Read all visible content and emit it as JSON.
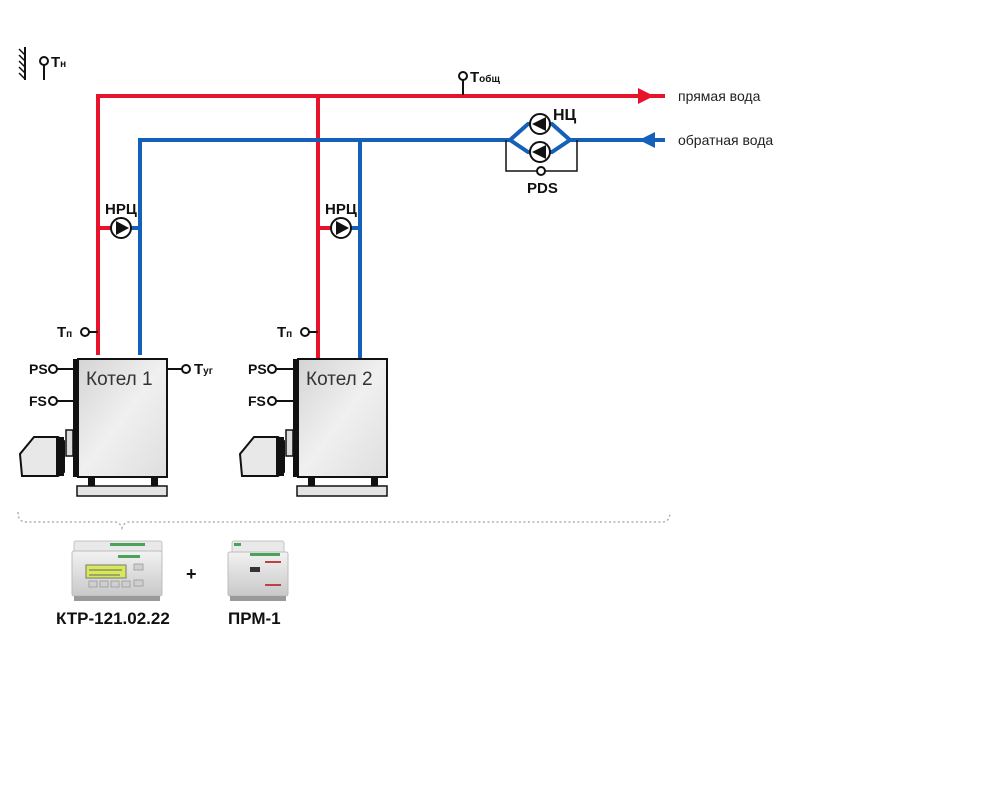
{
  "colors": {
    "supply": "#e8122a",
    "return": "#1560b8",
    "line": "#111111",
    "boiler_fill": "#e6e6e6",
    "dotted": "#b0b0b0"
  },
  "legend": {
    "supply_label": "прямая вода",
    "return_label": "обратная вода"
  },
  "sensors": {
    "outdoor": {
      "main": "T",
      "sub": "н"
    },
    "common": {
      "main": "T",
      "sub": "общ"
    },
    "pds": "PDS"
  },
  "pumps": {
    "network": "НЦ",
    "recirc": "НРЦ"
  },
  "boilers": [
    {
      "title": "Котел 1",
      "tp": {
        "main": "T",
        "sub": "п"
      },
      "ps": "PS",
      "fs": "FS",
      "tug": {
        "main": "T",
        "sub": "уг"
      }
    },
    {
      "title": "Котел 2",
      "tp": {
        "main": "T",
        "sub": "п"
      },
      "ps": "PS",
      "fs": "FS"
    }
  ],
  "devices": {
    "controller": "КТР-121.02.22",
    "plus": "+",
    "module": "ПРМ-1"
  }
}
